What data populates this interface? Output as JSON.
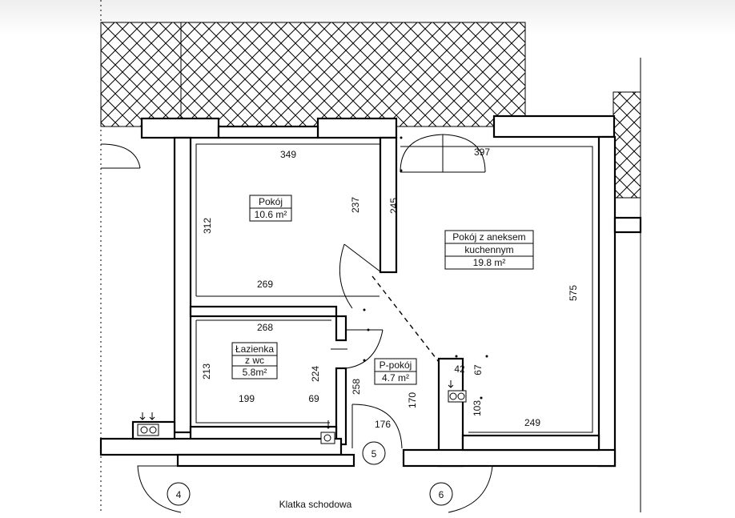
{
  "rooms": {
    "pokoj": {
      "name": "Pokój",
      "area": "10.6 m²"
    },
    "pokoj_aneks": {
      "name_line1": "Pokój z aneksem",
      "name_line2": "kuchennym",
      "area": "19.8 m²"
    },
    "lazienka": {
      "name_line1": "Łazienka",
      "name_line2": "z wc",
      "area": "5.8m²"
    },
    "przedpokoj": {
      "name": "P-pokój",
      "area": "4.7 m²"
    }
  },
  "dimensions": {
    "d349": "349",
    "d397": "397",
    "d312": "312",
    "d237": "237",
    "d245": "245",
    "d269": "269",
    "d268": "268",
    "d213": "213",
    "d224": "224",
    "d199": "199",
    "d69": "69",
    "d258": "258",
    "d170": "170",
    "d176": "176",
    "d42": "42",
    "d67": "67",
    "d103": "103",
    "d249": "249",
    "d575": "575"
  },
  "markers": {
    "m4": "4",
    "m5": "5",
    "m6": "6"
  },
  "stair": {
    "label": "Klatka schodowa"
  }
}
